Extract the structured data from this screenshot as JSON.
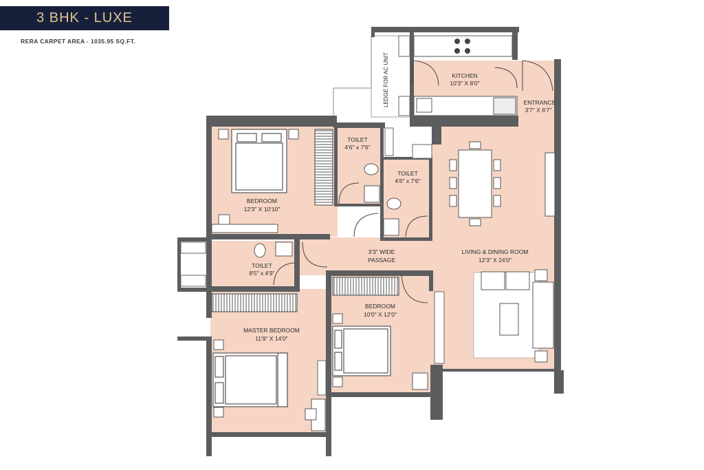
{
  "header": {
    "title": "3 BHK - LUXE",
    "carpet_area": "RERA CARPET AREA - 1035.95 SQ.FT."
  },
  "rooms": {
    "kitchen": {
      "name": "KITCHEN",
      "size": "10'3\" X 8'0\""
    },
    "entrance": {
      "name": "ENTRANCE",
      "size": "3'7\" X 6'7\""
    },
    "ledge": {
      "name": "LEDGE FOR AC UNIT"
    },
    "toilet1": {
      "name": "TOILET",
      "size": "4'6\" x 7'6\""
    },
    "toilet2": {
      "name": "TOILET",
      "size": "4'6\" x 7'6\""
    },
    "toilet3": {
      "name": "TOILET",
      "size": "8'5\" x 4'9\""
    },
    "bedroom1": {
      "name": "BEDROOM",
      "size": "12'3\" X 10'10\""
    },
    "bedroom2": {
      "name": "BEDROOM",
      "size": "10'0\" X 12'0\""
    },
    "master": {
      "name": "MASTER BEDROOM",
      "size": "11'9\" X 14'0\""
    },
    "living": {
      "name": "LIVING & DINING ROOM",
      "size": "12'3\" X 24'0\""
    },
    "passage": {
      "name": "3'3\" WIDE",
      "name2": "PASSAGE"
    }
  },
  "colors": {
    "floor": "#f6d5c4",
    "wall": "#5c5d5f",
    "banner_bg": "#17203a",
    "banner_text": "#e2c48f"
  }
}
